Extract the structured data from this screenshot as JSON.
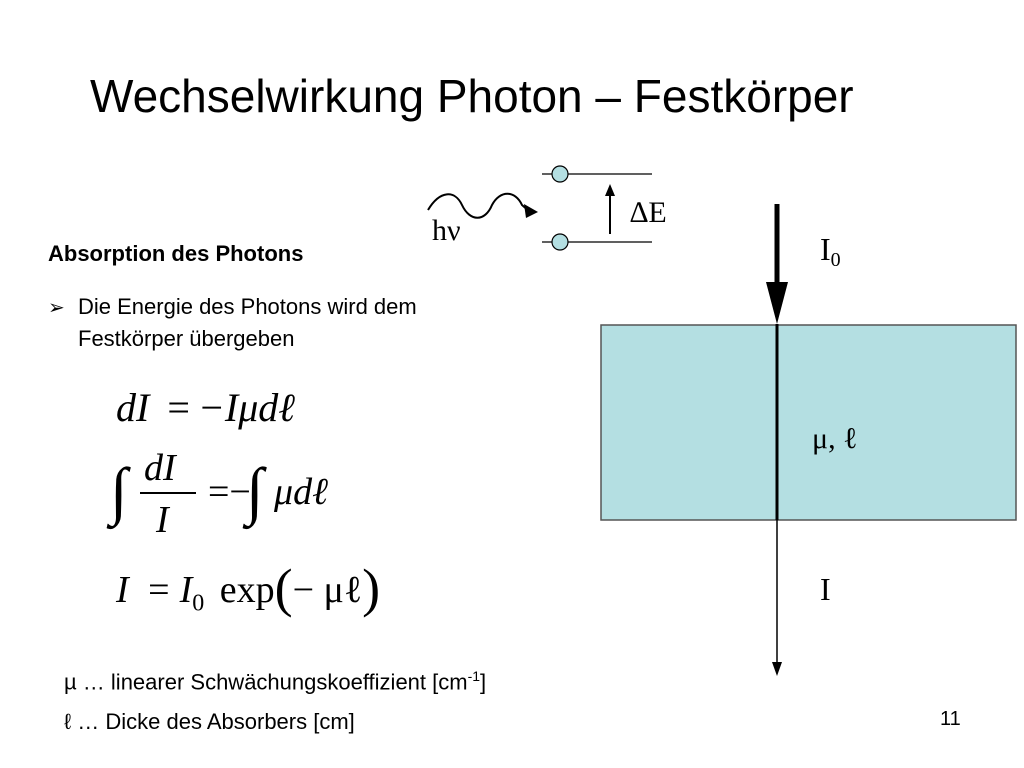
{
  "slide": {
    "title": "Wechselwirkung Photon – Festkörper",
    "page_number": "11"
  },
  "section": {
    "heading": "Absorption des Photons",
    "bullet_line1": "Die Energie des Photons wird dem",
    "bullet_line2": "Festkörper übergeben"
  },
  "equations": {
    "eq1_lhs": "dI",
    "eq1_rhs": "−Iμdℓ",
    "eq2_num": "dI",
    "eq2_den": "I",
    "eq2_rhs": "μdℓ",
    "eq3_lhs": "I",
    "eq3_i0": "I",
    "eq3_i0_sub": "0",
    "eq3_exp": "exp",
    "eq3_arg": "− μℓ"
  },
  "definitions": {
    "mu_symbol": "µ",
    "mu_text": " … linearer Schwächungskoeffizient [cm",
    "mu_unit_exp": "-1",
    "mu_close": "]",
    "ell_symbol": "ℓ",
    "ell_text": " … Dicke des Absorbers [cm]"
  },
  "diagram": {
    "photon_label": "hν",
    "delta_e_label": "∆E",
    "i0_label": "I",
    "i0_sub": "0",
    "absorber_label": "μ, ℓ",
    "output_label": "I",
    "absorber_color": "#b4dfe2",
    "level_dot_color": "#b4dfe2"
  }
}
